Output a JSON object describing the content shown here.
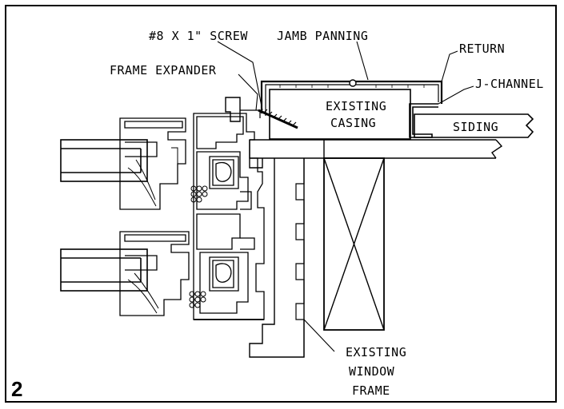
{
  "figure_number": "2",
  "labels": {
    "screw": "#8 X 1\" SCREW",
    "jamb_panning": "JAMB PANNING",
    "return": "RETURN",
    "frame_expander": "FRAME EXPANDER",
    "j_channel": "J-CHANNEL",
    "existing_casing_line1": "EXISTING",
    "existing_casing_line2": "CASING",
    "siding": "SIDING",
    "existing_window_frame_line1": "EXISTING",
    "existing_window_frame_line2": "WINDOW",
    "existing_window_frame_line3": "FRAME"
  }
}
